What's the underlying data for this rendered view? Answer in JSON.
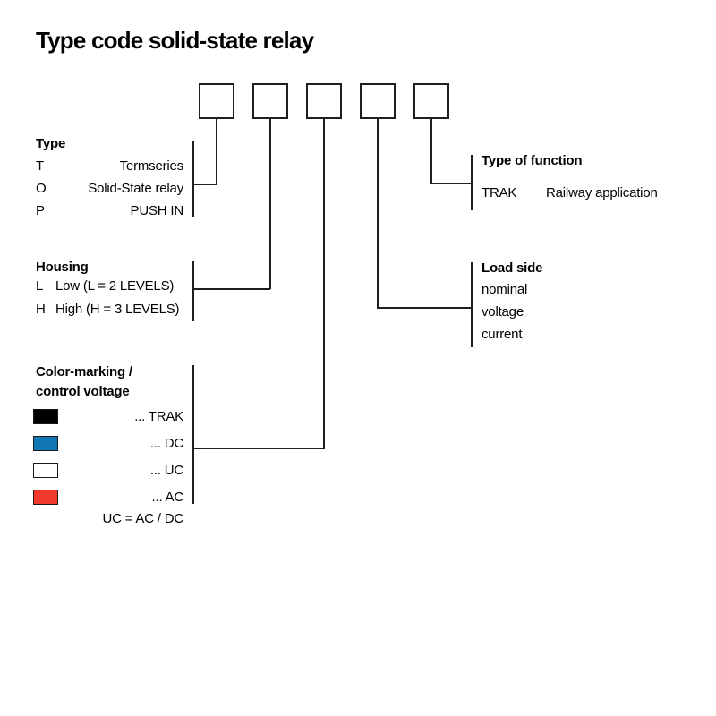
{
  "title": "Type code solid-state relay",
  "sections": {
    "type": {
      "heading": "Type",
      "rows": [
        {
          "code": "T",
          "value": "Termseries"
        },
        {
          "code": "O",
          "value": "Solid-State relay"
        },
        {
          "code": "P",
          "value": "PUSH IN"
        }
      ]
    },
    "type_of_function": {
      "heading": "Type of function",
      "rows": [
        {
          "code": "TRAK",
          "value": "Railway application"
        }
      ]
    },
    "housing": {
      "heading": "Housing",
      "rows": [
        {
          "code": "L",
          "value": "Low (L = 2 LEVELS)"
        },
        {
          "code": "H",
          "value": "High (H = 3 LEVELS)"
        }
      ]
    },
    "load_side": {
      "heading": "Load side",
      "lines": [
        "nominal",
        "voltage",
        "current"
      ]
    },
    "color_marking": {
      "heading_line1": "Color-marking /",
      "heading_line2": "control voltage",
      "rows": [
        {
          "swatch": "black-swatch",
          "color": "#000000",
          "label": "... TRAK"
        },
        {
          "swatch": "blue-swatch",
          "color": "#1277b5",
          "label": "... DC"
        },
        {
          "swatch": "white-swatch",
          "color": "#ffffff",
          "label": "... UC"
        },
        {
          "swatch": "red-swatch",
          "color": "#f23a2c",
          "label": "... AC"
        }
      ],
      "footnote": "UC = AC / DC"
    }
  },
  "colors": {
    "line": "#1f1f1f",
    "background": "#ffffff",
    "text": "#000000"
  }
}
